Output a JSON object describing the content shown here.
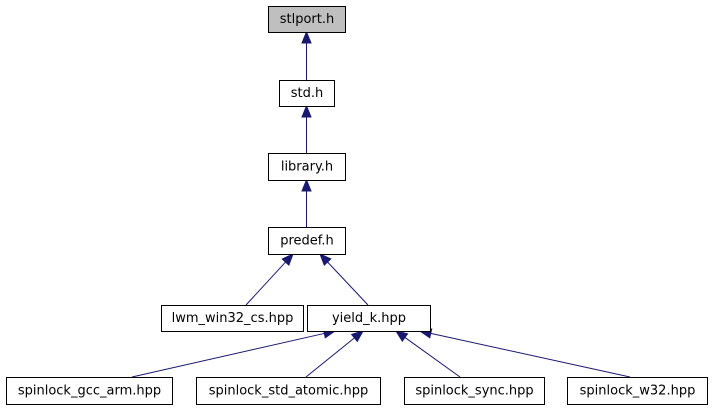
{
  "diagram": {
    "nodes": [
      {
        "id": "stlport",
        "label": "stlport.h",
        "highlight": true
      },
      {
        "id": "std",
        "label": "std.h",
        "highlight": false
      },
      {
        "id": "library",
        "label": "library.h",
        "highlight": false
      },
      {
        "id": "predef",
        "label": "predef.h",
        "highlight": false
      },
      {
        "id": "lwm",
        "label": "lwm_win32_cs.hpp",
        "highlight": false
      },
      {
        "id": "yield",
        "label": "yield_k.hpp",
        "highlight": false
      },
      {
        "id": "gcc_arm",
        "label": "spinlock_gcc_arm.hpp",
        "highlight": false
      },
      {
        "id": "std_atomic",
        "label": "spinlock_std_atomic.hpp",
        "highlight": false
      },
      {
        "id": "sync",
        "label": "spinlock_sync.hpp",
        "highlight": false
      },
      {
        "id": "w32",
        "label": "spinlock_w32.hpp",
        "highlight": false
      }
    ],
    "edges": [
      {
        "from": "std",
        "to": "stlport"
      },
      {
        "from": "library",
        "to": "std"
      },
      {
        "from": "predef",
        "to": "library"
      },
      {
        "from": "lwm",
        "to": "predef"
      },
      {
        "from": "yield",
        "to": "predef"
      },
      {
        "from": "gcc_arm",
        "to": "yield"
      },
      {
        "from": "std_atomic",
        "to": "yield"
      },
      {
        "from": "sync",
        "to": "yield"
      },
      {
        "from": "w32",
        "to": "yield"
      }
    ],
    "colors": {
      "edge": "#191970",
      "highlight_fill": "#bfbfbf",
      "node_fill": "#ffffff",
      "node_stroke": "#000000"
    }
  }
}
